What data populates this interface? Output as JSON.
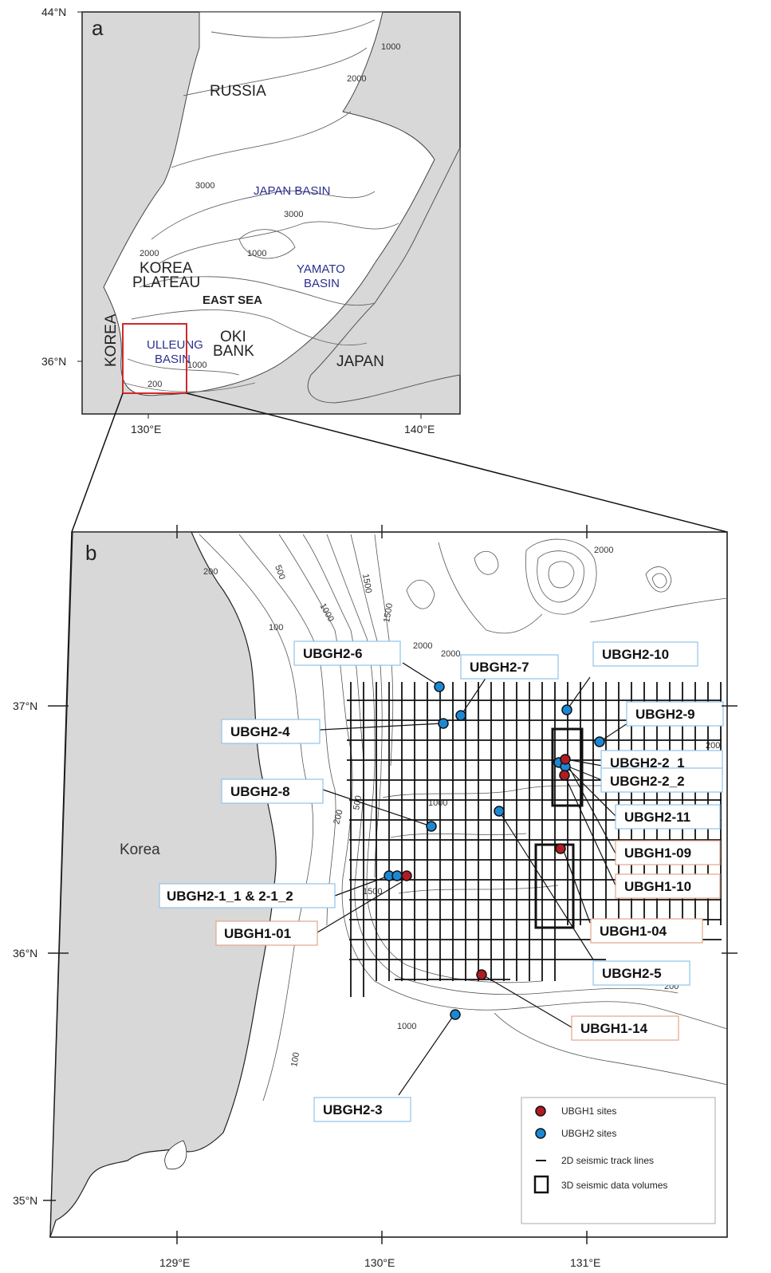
{
  "panel_a": {
    "label": "a",
    "lat_labels": [
      "44°N",
      "36°N"
    ],
    "lon_labels": [
      "130°E",
      "140°E"
    ],
    "regions": {
      "russia": "RUSSIA",
      "korea": "KOREA",
      "japan": "JAPAN",
      "east_sea": "EAST SEA",
      "korea_plateau_1": "KOREA",
      "korea_plateau_2": "PLATEAU",
      "oki_bank_1": "OKI",
      "oki_bank_2": "BANK"
    },
    "basins": {
      "japan_basin": "JAPAN BASIN",
      "yamato_1": "YAMATO",
      "yamato_2": "BASIN",
      "ulleung_1": "ULLEUNG",
      "ulleung_2": "BASIN"
    },
    "contours": [
      "1000",
      "2000",
      "3000",
      "3000",
      "2000",
      "1000",
      "1000",
      "200"
    ]
  },
  "panel_b": {
    "label": "b",
    "lat_labels": [
      "37°N",
      "36°N",
      "35°N"
    ],
    "lon_labels": [
      "129°E",
      "130°E",
      "131°E"
    ],
    "country": "Korea",
    "contours": [
      "200",
      "1000",
      "1500",
      "500",
      "100",
      "1500",
      "2000",
      "2000",
      "200",
      "500",
      "1000",
      "1500",
      "1000",
      "200",
      "100",
      "200",
      "2000"
    ],
    "sites_red": [
      "UBGH1-01",
      "UBGH1-04",
      "UBGH1-09",
      "UBGH1-10",
      "UBGH1-14"
    ],
    "sites_blue": [
      "UBGH2-1_1 & 2-1_2",
      "UBGH2-2_1",
      "UBGH2-2_2",
      "UBGH2-3",
      "UBGH2-4",
      "UBGH2-5",
      "UBGH2-6",
      "UBGH2-7",
      "UBGH2-8",
      "UBGH2-9",
      "UBGH2-10",
      "UBGH2-11"
    ],
    "legend": {
      "ubgh1": "UBGH1  sites",
      "ubgh2": "UBGH2  sites",
      "tracks": "2D seismic track lines",
      "volumes": "3D seismic data volumes"
    },
    "colors": {
      "ubgh1": "#b01c22",
      "ubgh2": "#1b88d6",
      "ubgh1_box": "#e3a58a",
      "ubgh2_box": "#8fc3ea"
    }
  }
}
